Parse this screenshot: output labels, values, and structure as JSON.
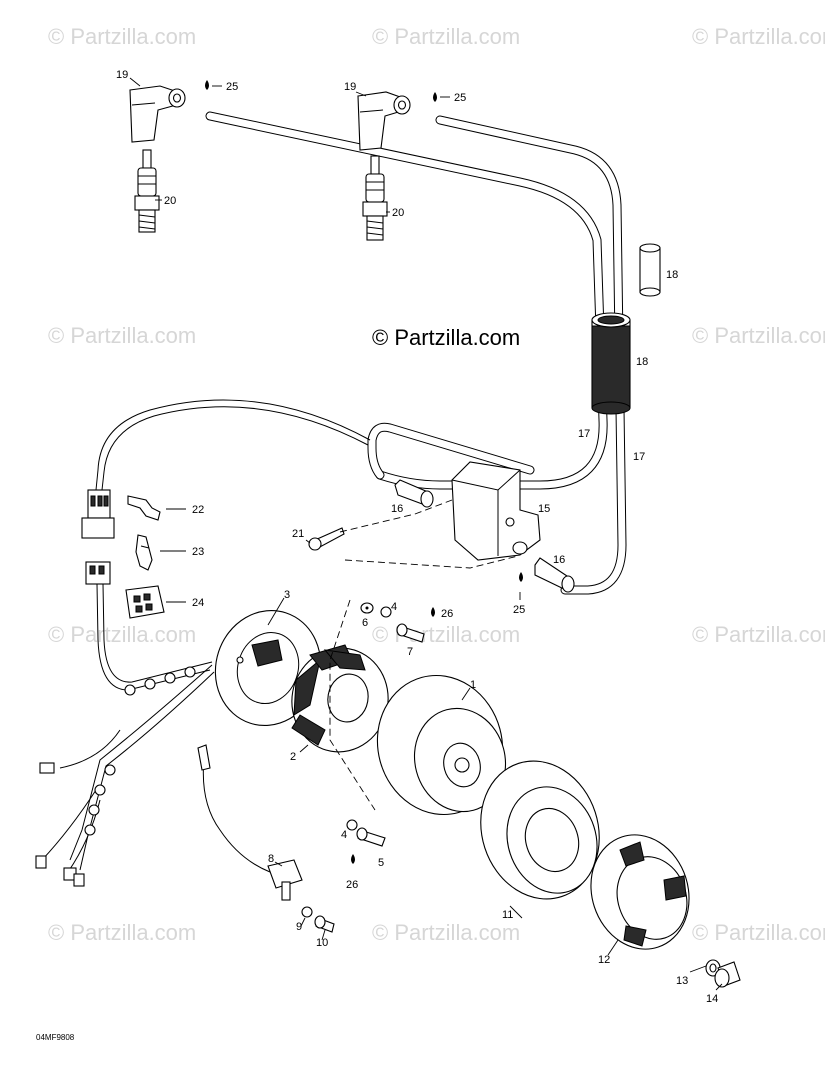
{
  "watermarks": [
    "© Partzilla.com",
    "© Partzilla.com",
    "© Partzilla.com",
    "© Partzilla.com",
    "© Partzilla.com",
    "© Partzilla.com",
    "© Partzilla.com",
    "© Partzilla.com",
    "© Partzilla.com",
    "© Partzilla.com",
    "© Partzilla.com"
  ],
  "center_watermark": "© Partzilla.com",
  "drawing_code": "04MF9808",
  "callouts": {
    "p1": "1",
    "p2": "2",
    "p3": "3",
    "p4a": "4",
    "p4b": "4",
    "p5": "5",
    "p6": "6",
    "p7": "7",
    "p8": "8",
    "p9": "9",
    "p10": "10",
    "p11": "11",
    "p12": "12",
    "p13": "13",
    "p14": "14",
    "p15": "15",
    "p16a": "16",
    "p16b": "16",
    "p17a": "17",
    "p17b": "17",
    "p18a": "18",
    "p18b": "18",
    "p19a": "19",
    "p19b": "19",
    "p20a": "20",
    "p20b": "20",
    "p21": "21",
    "p22": "22",
    "p23": "23",
    "p24": "24",
    "p25a": "25",
    "p25b": "25",
    "p25c": "25",
    "p26a": "26",
    "p26b": "26"
  }
}
